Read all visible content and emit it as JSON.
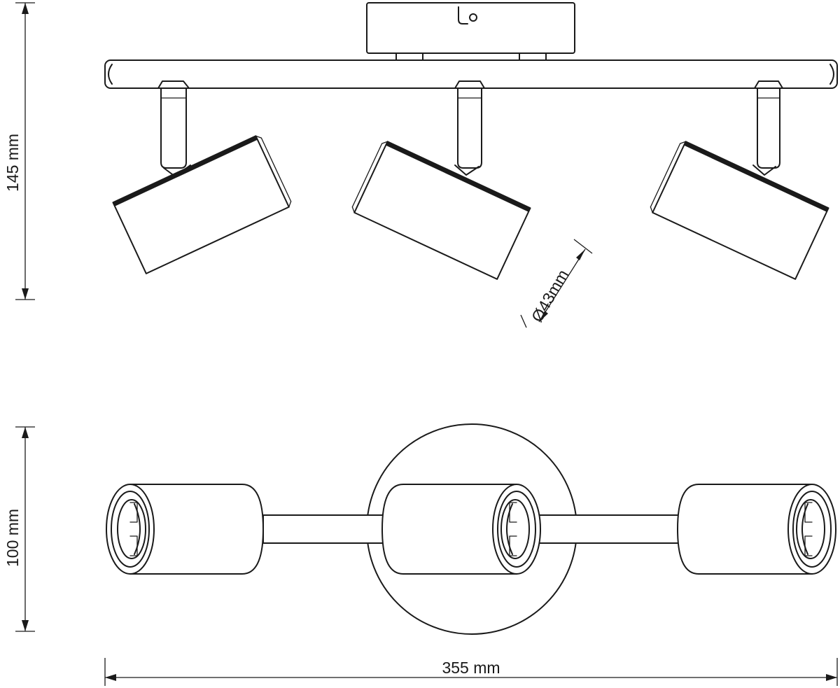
{
  "dimensions": {
    "height": "145 mm",
    "depth": "100 mm",
    "width": "355 mm",
    "shade_diameter": "Ø43mm"
  }
}
